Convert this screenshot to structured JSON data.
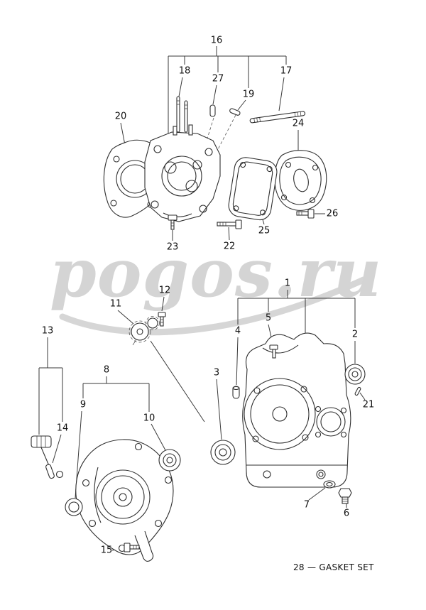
{
  "diagram": {
    "watermark": "pogos.ru",
    "note": "28 — GASKET SET",
    "callouts": {
      "c1": "1",
      "c2": "2",
      "c3": "3",
      "c4": "4",
      "c5": "5",
      "c6": "6",
      "c7": "7",
      "c8": "8",
      "c9": "9",
      "c10": "10",
      "c11": "11",
      "c12": "12",
      "c13": "13",
      "c14": "14",
      "c15": "15",
      "c16": "16",
      "c17": "17",
      "c18": "18",
      "c19": "19",
      "c20": "20",
      "c21": "21",
      "c22": "22",
      "c23": "23",
      "c24": "24",
      "c25": "25",
      "c26": "26",
      "c27": "27"
    }
  }
}
